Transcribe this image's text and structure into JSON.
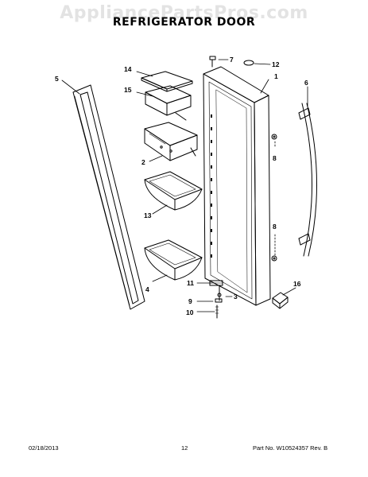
{
  "watermark": "AppliancePartsPros.com",
  "title": "REFRIGERATOR DOOR",
  "callouts": {
    "c1": "1",
    "c2": "2",
    "c3": "3",
    "c4": "4",
    "c5": "5",
    "c6": "6",
    "c7": "7",
    "c8a": "8",
    "c8b": "8",
    "c9": "9",
    "c10": "10",
    "c11": "11",
    "c12": "12",
    "c13": "13",
    "c14": "14",
    "c15": "15",
    "c16": "16"
  },
  "footer": {
    "date": "02/18/2013",
    "page": "12",
    "part": "Part No. W10524357  Rev. B"
  }
}
